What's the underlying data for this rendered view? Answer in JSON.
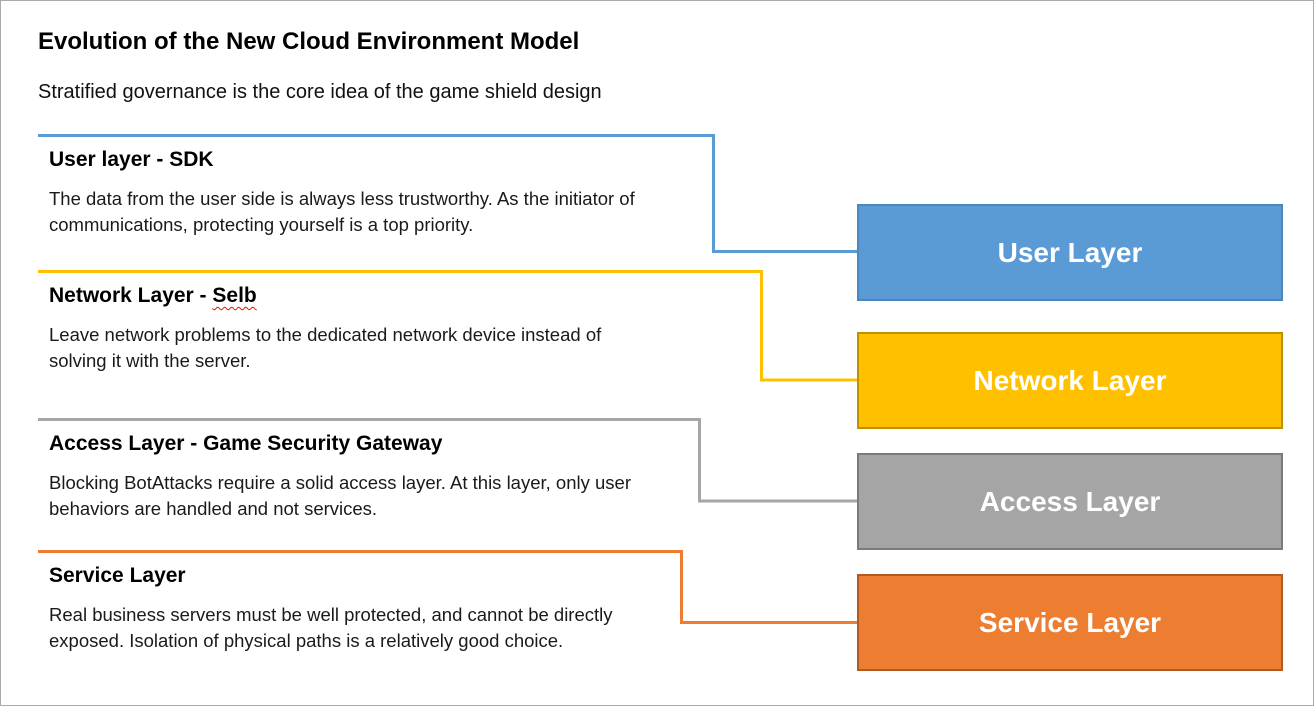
{
  "page": {
    "title": "Evolution of the New Cloud Environment Model",
    "subtitle": "Stratified governance is the core idea of the game shield design"
  },
  "colors": {
    "user_blue": "#5B9BD5",
    "network_yellow": "#FFC000",
    "access_gray": "#A5A5A5",
    "service_orange": "#ED7D31",
    "misspelling_underline": "#E31400",
    "box_label_text": "#FFFFFF"
  },
  "sections": [
    {
      "id": "user",
      "heading": "User layer - SDK",
      "body_lines": [
        "The data from the user side is always less trustworthy. As the initiator of",
        "communications, protecting yourself is a top priority."
      ],
      "accent_color": "#5B9BD5",
      "box_label": "User Layer"
    },
    {
      "id": "network",
      "heading_prefix": "Network Layer - ",
      "heading_misspelled": "Selb",
      "body_lines": [
        "Leave network problems to the dedicated network device instead of",
        "solving it with the server."
      ],
      "accent_color": "#FFC000",
      "box_label": "Network Layer"
    },
    {
      "id": "access",
      "heading": "Access Layer - Game Security Gateway",
      "body_lines": [
        "Blocking BotAttacks require a solid access layer. At this layer, only user",
        "behaviors are handled and not services."
      ],
      "accent_color": "#A5A5A5",
      "box_label": "Access Layer"
    },
    {
      "id": "service",
      "heading": "Service Layer",
      "body_lines": [
        "Real business servers must be well protected, and cannot be directly",
        "exposed. Isolation of physical paths is a relatively good choice."
      ],
      "accent_color": "#ED7D31",
      "box_label": "Service Layer"
    }
  ]
}
